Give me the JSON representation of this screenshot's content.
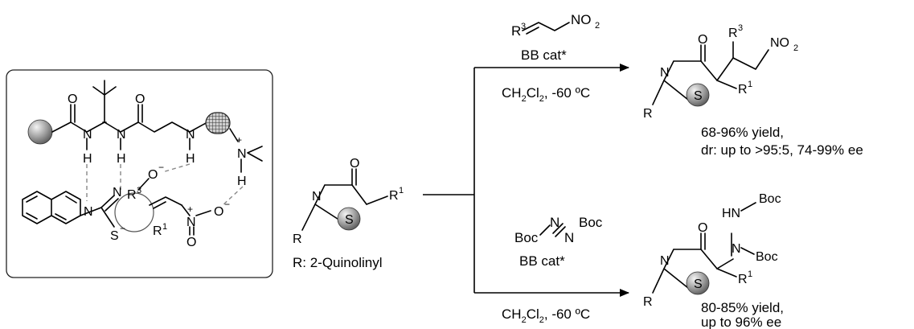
{
  "reagents": {
    "top_reagent_r": "R",
    "top_reagent_r_sup": "3",
    "top_reagent_no2": "NO",
    "top_reagent_no2_sub": "2",
    "top_catalyst": "BB cat*",
    "top_cond_main": "CH",
    "top_cond_sub": "2",
    "top_cond_cl": "Cl",
    "top_cond_sub2": "2",
    "top_cond_rest": ", -60 ºC",
    "bottom_reagent_boc_left": "Boc",
    "bottom_reagent_n1": "N",
    "bottom_reagent_n2": "N",
    "bottom_reagent_boc_right": "Boc",
    "bottom_catalyst": "BB cat*",
    "bottom_cond_main": "CH",
    "bottom_cond_sub": "2",
    "bottom_cond_cl": "Cl",
    "bottom_cond_sub2": "2",
    "bottom_cond_rest": ", -60 ºC"
  },
  "substrate": {
    "o": "O",
    "n": "N",
    "s": "S",
    "r": "R",
    "r1": "R",
    "r1_sup": "1",
    "caption": "R: 2-Quinolinyl"
  },
  "top_product": {
    "o": "O",
    "n": "N",
    "s": "S",
    "r": "R",
    "r1": "R",
    "r1_sup": "1",
    "r3": "R",
    "r3_sup": "3",
    "no2": "NO",
    "no2_sub": "2",
    "result_line1": "68-96% yield,",
    "result_line2": "dr: up to >95:5, 74-99% ee"
  },
  "bottom_product": {
    "o": "O",
    "n": "N",
    "s": "S",
    "r": "R",
    "r1": "R",
    "r1_sup": "1",
    "hn": "HN",
    "boc1": "Boc",
    "boc2": "Boc",
    "result_line1": "80-85% yield,",
    "result_line2": "up to 96% ee"
  },
  "transition_state": {
    "o_top1": "O",
    "o_top2": "O",
    "n1": "N",
    "n2": "N",
    "n3": "N",
    "h1": "H",
    "h2": "H",
    "h3": "H",
    "h4": "H",
    "n_plus": "N",
    "plus": "+",
    "n_quin": "N",
    "n_imine": "N",
    "r3": "R",
    "r3_sup": "3",
    "o_minus1": "O",
    "minus1": "−",
    "o_minus2": "O",
    "minus2": "−",
    "n_nitro": "N",
    "nitro_plus": "+",
    "o_nitro": "O",
    "s": "S",
    "s_minus": "−",
    "r1": "R",
    "r1_sup": "1"
  }
}
